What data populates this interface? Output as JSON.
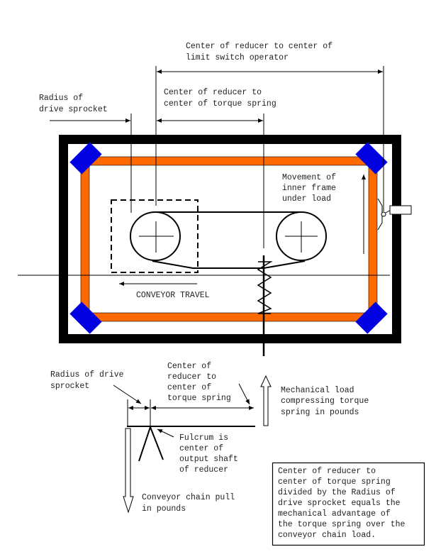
{
  "top": {
    "limit_switch_dim": [
      "Center of reducer to center of",
      "limit switch operator"
    ],
    "torque_spring_dim": [
      "Center of reducer to",
      "center of torque spring"
    ],
    "sprocket_radius": [
      "Radius of",
      "drive sprocket"
    ]
  },
  "frame": {
    "movement_label": [
      "Movement of",
      "inner frame",
      "under load"
    ],
    "conveyor_travel": "CONVEYOR TRAVEL",
    "colors": {
      "outer_frame": "#000000",
      "inner_frame": "#ff6a00",
      "pads": "#0000e0"
    }
  },
  "lever": {
    "sprocket_radius": [
      "Radius of drive",
      "sprocket"
    ],
    "torque_spring_dist": [
      "Center of",
      "reducer to",
      "center of",
      "torque spring"
    ],
    "mechanical_load": [
      "Mechanical load",
      "compressing torque",
      "spring in pounds"
    ],
    "fulcrum": [
      "Fulcrum is",
      "center of",
      "output shaft",
      "of reducer"
    ],
    "chain_pull": [
      "Conveyor chain pull",
      "in pounds"
    ]
  },
  "note": [
    "Center of reducer to",
    "center of torque spring",
    "divided by the Radius of",
    "drive sprocket equals the",
    "mechanical advantage of",
    "the torque spring over the",
    "conveyor chain load."
  ]
}
